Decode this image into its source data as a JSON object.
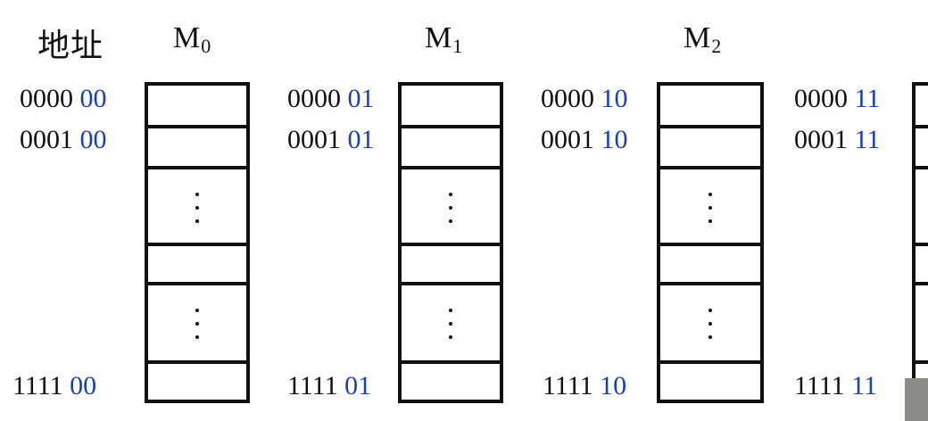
{
  "header": {
    "address_label": "地址"
  },
  "modules": [
    {
      "title": "M",
      "sub": "0",
      "addr_top": {
        "prefix": "0000",
        "suffix": "00"
      },
      "addr_second": {
        "prefix": "0001",
        "suffix": "00"
      },
      "addr_bottom": {
        "prefix": "1111",
        "suffix": "00"
      }
    },
    {
      "title": "M",
      "sub": "1",
      "addr_top": {
        "prefix": "0000",
        "suffix": "01"
      },
      "addr_second": {
        "prefix": "0001",
        "suffix": "01"
      },
      "addr_bottom": {
        "prefix": "1111",
        "suffix": "01"
      }
    },
    {
      "title": "M",
      "sub": "2",
      "addr_top": {
        "prefix": "0000",
        "suffix": "10"
      },
      "addr_second": {
        "prefix": "0001",
        "suffix": "10"
      },
      "addr_bottom": {
        "prefix": "1111",
        "suffix": "10"
      }
    },
    {
      "title": "",
      "sub": "",
      "addr_top": {
        "prefix": "0000",
        "suffix": "11"
      },
      "addr_second": {
        "prefix": "0001",
        "suffix": "11"
      },
      "addr_bottom": {
        "prefix": "1111",
        "suffix": "11"
      }
    }
  ],
  "colors": {
    "highlight": "#1a3fae",
    "border": "#111111"
  }
}
